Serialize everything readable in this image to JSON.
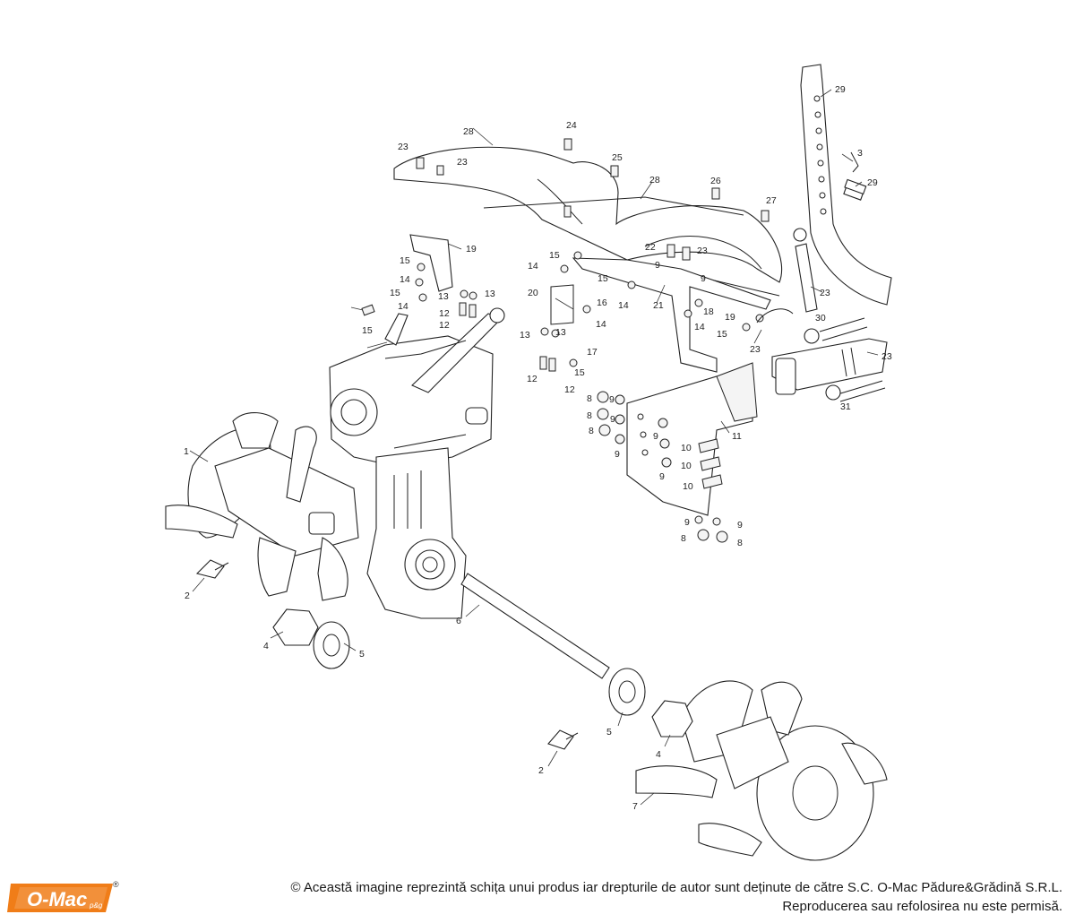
{
  "labels": [
    "1",
    "2",
    "2",
    "3",
    "4",
    "4",
    "5",
    "5",
    "6",
    "7",
    "8",
    "8",
    "8",
    "8",
    "8",
    "9",
    "9",
    "9",
    "9",
    "9",
    "9",
    "9",
    "9",
    "9",
    "10",
    "10",
    "10",
    "11",
    "12",
    "12",
    "12",
    "12",
    "13",
    "13",
    "13",
    "13",
    "14",
    "14",
    "14",
    "14",
    "14",
    "14",
    "15",
    "15",
    "15",
    "15",
    "15",
    "15",
    "15",
    "16",
    "17",
    "18",
    "19",
    "19",
    "20",
    "21",
    "22",
    "23",
    "23",
    "23",
    "23",
    "23",
    "23",
    "24",
    "25",
    "26",
    "27",
    "28",
    "28",
    "29",
    "29",
    "30",
    "31"
  ],
  "footer": {
    "logo_text": "O-Mac",
    "logo_sub": "p&g",
    "logo_reg": "®",
    "line1": "© Această imagine reprezintă schița unui produs iar drepturile de autor sunt deținute de către S.C. O-Mac Pădure&Grădină S.R.L.",
    "line2": "Reproducerea sau refolosirea nu este permisă."
  },
  "colors": {
    "logo_orange": "#f07d18",
    "ink": "#222222"
  }
}
